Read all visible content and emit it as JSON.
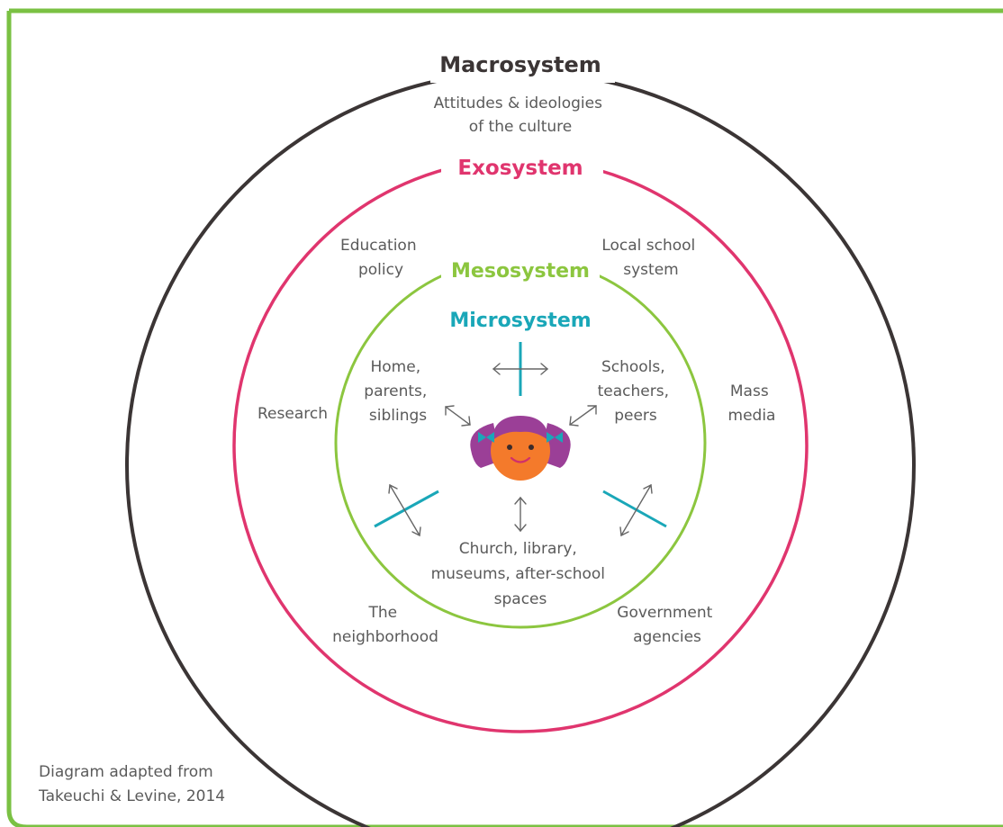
{
  "colors": {
    "frame": "#7ac143",
    "macro": "#3b3535",
    "exo": "#e0356e",
    "meso": "#8cc63f",
    "micro": "#1aa7b8",
    "text": "#5a5a5a"
  },
  "macrosystem": {
    "title": "Macrosystem",
    "description": [
      "Attitudes & ideologies",
      "of the culture"
    ]
  },
  "exosystem": {
    "title": "Exosystem",
    "items": {
      "education_policy": [
        "Education",
        "policy"
      ],
      "local_school_system": [
        "Local school",
        "system"
      ],
      "research": [
        "Research"
      ],
      "mass_media": [
        "Mass",
        "media"
      ],
      "neighborhood": [
        "The",
        "neighborhood"
      ],
      "government_agencies": [
        "Government",
        "agencies"
      ]
    }
  },
  "mesosystem": {
    "title": "Mesosystem"
  },
  "microsystem": {
    "title": "Microsystem",
    "items": {
      "home": [
        "Home,",
        "parents,",
        "siblings"
      ],
      "schools": [
        "Schools,",
        "teachers,",
        "peers"
      ],
      "church": [
        "Church, library,",
        "museums, after-school",
        "spaces"
      ]
    }
  },
  "center": {
    "icon": "child-face-icon"
  },
  "credit": [
    "Diagram adapted from",
    "Takeuchi & Levine, 2014"
  ]
}
